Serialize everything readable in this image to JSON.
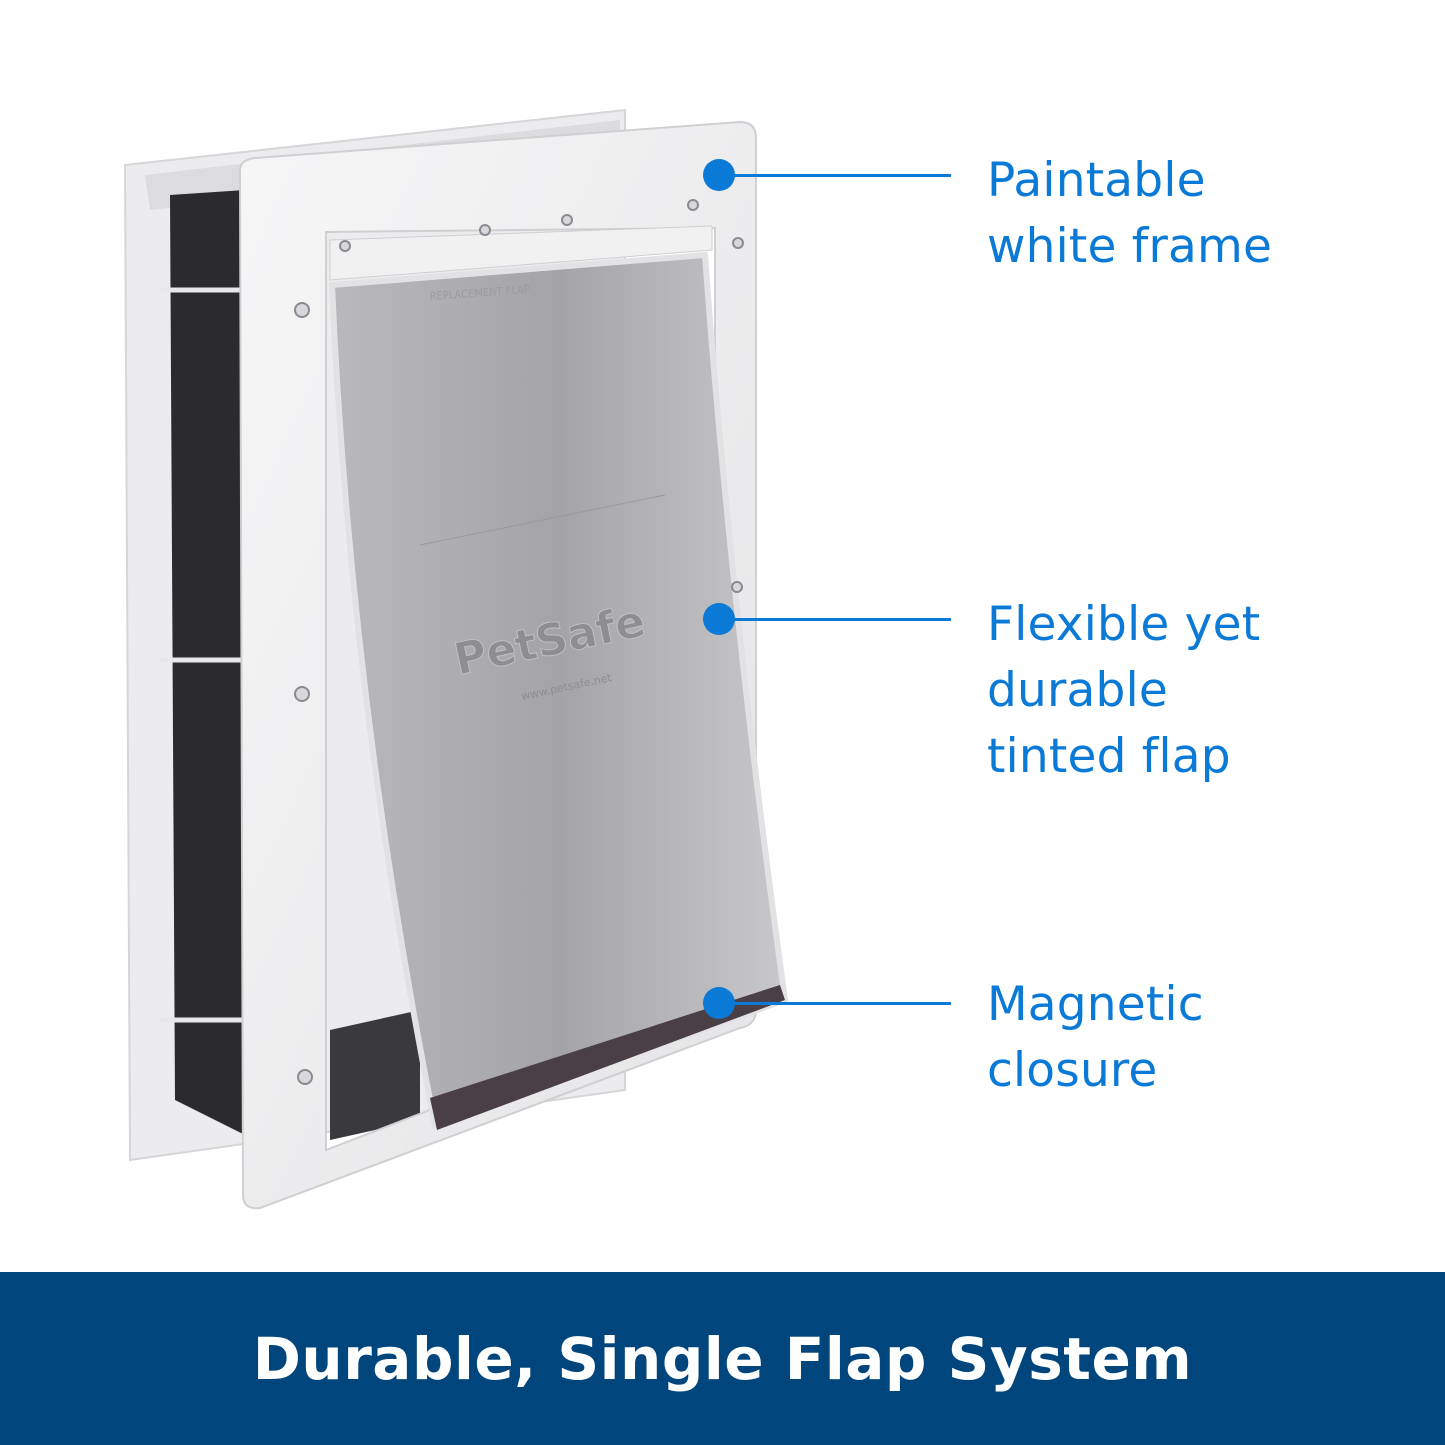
{
  "colors": {
    "accent": "#0a7ad6",
    "banner": "#00467d"
  },
  "product": {
    "brand_logo": "PetSafe",
    "flap_url": "www.petsafe.net",
    "flap_label": "REPLACEMENT FLAP"
  },
  "callouts": [
    {
      "text": "Paintable\nwhite frame"
    },
    {
      "text": "Flexible yet\ndurable\ntinted flap"
    },
    {
      "text": "Magnetic\nclosure"
    }
  ],
  "banner": {
    "title": "Durable, Single Flap System"
  }
}
